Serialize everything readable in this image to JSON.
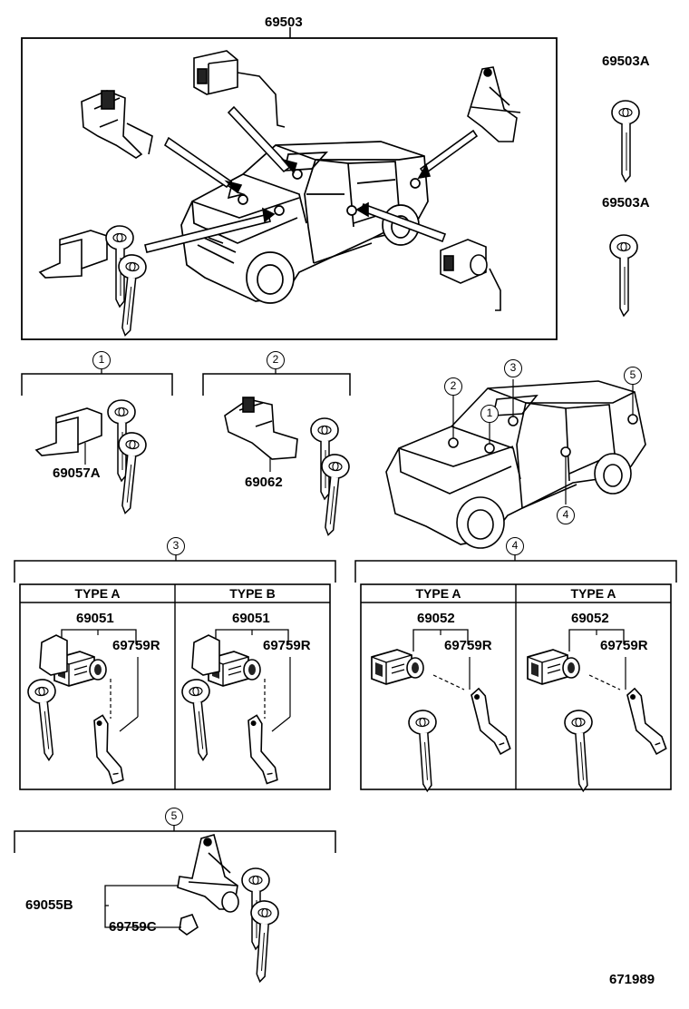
{
  "parts": {
    "main_set": "69503",
    "key_a1": "69503A",
    "key_a2": "69503A",
    "ignition_cyl": "69057A",
    "door_lock_set": "69062",
    "front_cyl_a": "69051",
    "front_cyl_b": "69051",
    "front_lever_a": "69759R",
    "front_lever_b": "69759R",
    "rear_cyl_a": "69052",
    "rear_cyl_a2": "69052",
    "rear_lever_a": "69759R",
    "rear_lever_a2": "69759R",
    "back_door_cyl": "69055B",
    "back_door_lever": "69759C"
  },
  "callouts": {
    "c1": "1",
    "c2": "2",
    "c3": "3",
    "c4": "4",
    "c5": "5"
  },
  "headers": {
    "g3_left": "TYPE A",
    "g3_right": "TYPE B",
    "g4_left": "TYPE A",
    "g4_right": "TYPE A"
  },
  "figure_number": "671989"
}
